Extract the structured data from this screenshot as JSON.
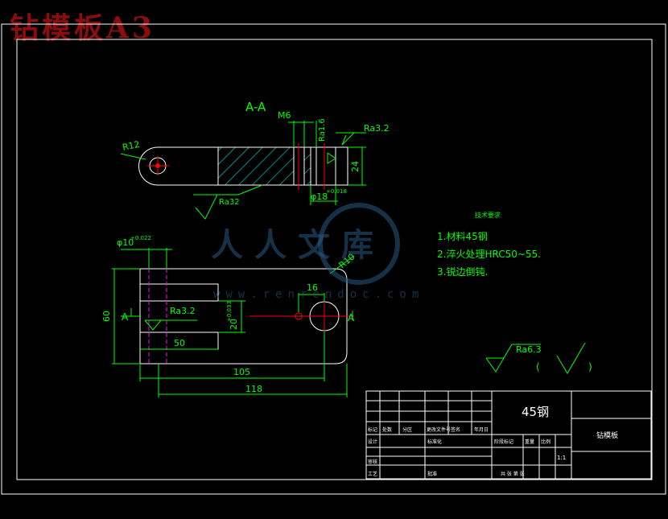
{
  "title": "钻模板A3",
  "section_label": "A-A",
  "dimensions": {
    "m6": "M6",
    "ra16": "Ra1.6",
    "ra32_top": "Ra3.2",
    "r12": "R12",
    "d24": "24",
    "phi18": "φ18",
    "tol018": "+0.018",
    "ra32_lower": "Ra32",
    "phi10": "φ10",
    "tol022": "+0.022",
    "r10": "R10",
    "d16": "16",
    "d60": "60",
    "section_a_left": "A",
    "section_a_right": "A",
    "ra32_plan": "Ra3.2",
    "d20": "20",
    "tol033": "+0.033",
    "d50": "50",
    "d105": "105",
    "d118": "118",
    "ra63": "Ra6.3",
    "paren_open": "(",
    "paren_close": ")"
  },
  "notes": {
    "heading": "技术要求",
    "items": [
      "1.材料45钢",
      "2.淬火处理HRC50~55.",
      "3.锐边倒钝."
    ]
  },
  "title_block": {
    "material": "45钢",
    "part_name": "钻模板",
    "scale": "1:1",
    "row_labels": [
      "标记",
      "处数",
      "分区",
      "更改文件号",
      "签名",
      "年月日"
    ],
    "designer": "设计",
    "standard": "标准化",
    "review": "审核",
    "process": "工艺",
    "approve": "批准",
    "stage": "阶段标记",
    "weight": "重量",
    "ratio": "比例",
    "sheet": "共 张 第 张"
  },
  "watermark": {
    "text": "人人文库",
    "url": "www.renrendoc.com"
  },
  "colors": {
    "outline": "#ffffff",
    "dim": "#00ff00",
    "hatch": "#00ffff",
    "hidden": "#ff00ff",
    "center": "#ff0000",
    "title": "#8b0d0d"
  }
}
